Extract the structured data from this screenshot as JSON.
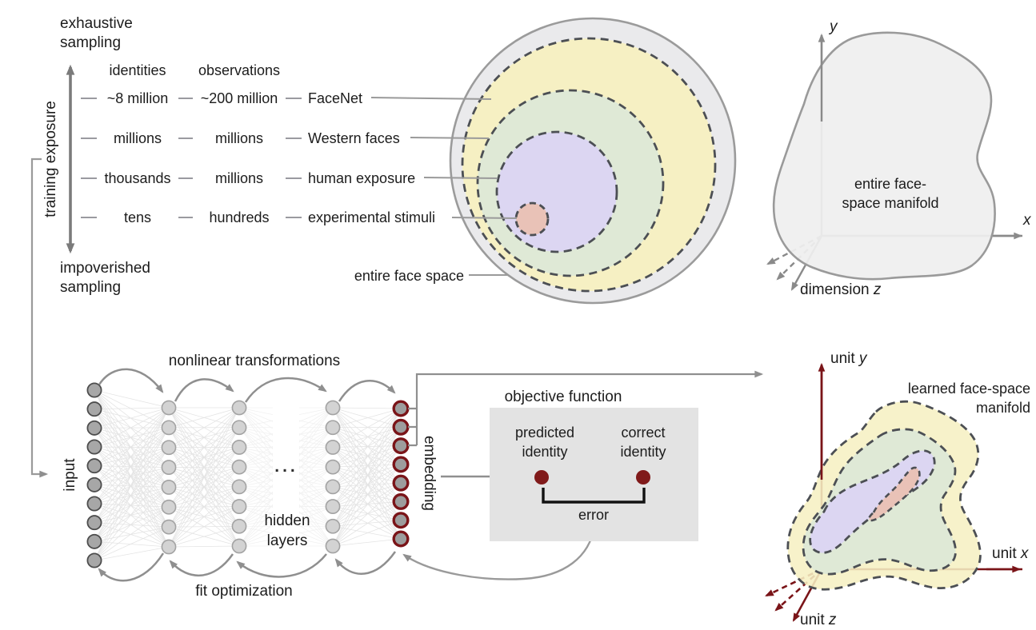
{
  "sampling": {
    "top_line1": "exhaustive",
    "top_line2": "sampling",
    "bottom_line1": "impoverished",
    "bottom_line2": "sampling",
    "axis_label": "training exposure",
    "identities_header": "identities",
    "observations_header": "observations",
    "rows": [
      {
        "identities": "~8 million",
        "observations": "~200 million",
        "label": "FaceNet"
      },
      {
        "identities": "millions",
        "observations": "millions",
        "label": "Western faces"
      },
      {
        "identities": "thousands",
        "observations": "millions",
        "label": "human exposure"
      },
      {
        "identities": "tens",
        "observations": "hundreds",
        "label": "experimental stimuli"
      }
    ],
    "outer_label": "entire face space"
  },
  "venn": {
    "rings": [
      {
        "name": "entire face space",
        "fill": "#eaeaec"
      },
      {
        "name": "FaceNet",
        "fill": "#f6f0c3"
      },
      {
        "name": "Western faces",
        "fill": "#dfe9d6"
      },
      {
        "name": "human exposure",
        "fill": "#dcd6f2"
      },
      {
        "name": "experimental stimuli",
        "fill": "#e9c2b7"
      }
    ]
  },
  "entire_manifold": {
    "line1": "entire face-",
    "line2": "space manifold",
    "x_label": "x",
    "y_label": "y",
    "z_prefix": "dimension ",
    "z_var": "z"
  },
  "network": {
    "title": "nonlinear transformations",
    "bottom_title": "fit optimization",
    "input_label": "input",
    "embedding_label": "embedding",
    "hidden_line1": "hidden",
    "hidden_line2": "layers",
    "ellipsis": "...",
    "layers": [
      {
        "name": "input",
        "nodes": 10
      },
      {
        "name": "hidden-1",
        "nodes": 8
      },
      {
        "name": "hidden-2",
        "nodes": 8
      },
      {
        "name": "hidden-3",
        "nodes": 8
      },
      {
        "name": "embedding",
        "nodes": 8
      }
    ]
  },
  "objective": {
    "title": "objective function",
    "predicted_line1": "predicted",
    "predicted_line2": "identity",
    "correct_line1": "correct",
    "correct_line2": "identity",
    "error_label": "error"
  },
  "learned": {
    "line1": "learned face-space",
    "line2": "manifold",
    "x_prefix": "unit ",
    "x_var": "x",
    "y_prefix": "unit ",
    "y_var": "y",
    "z_prefix": "unit ",
    "z_var": "z"
  },
  "colors": {
    "accent_red": "#7a1418",
    "dot_red": "#801a1a",
    "diagram_gray": "#8f8f8f",
    "axis_gray": "#8a8a8a",
    "dash_stroke": "#4c4f54",
    "yellow": "#f6f0c3",
    "green": "#dfe9d6",
    "purple": "#dcd6f2",
    "pink": "#e9c2b7",
    "blob_gray": "#efefef",
    "box_gray": "#e3e3e3"
  }
}
